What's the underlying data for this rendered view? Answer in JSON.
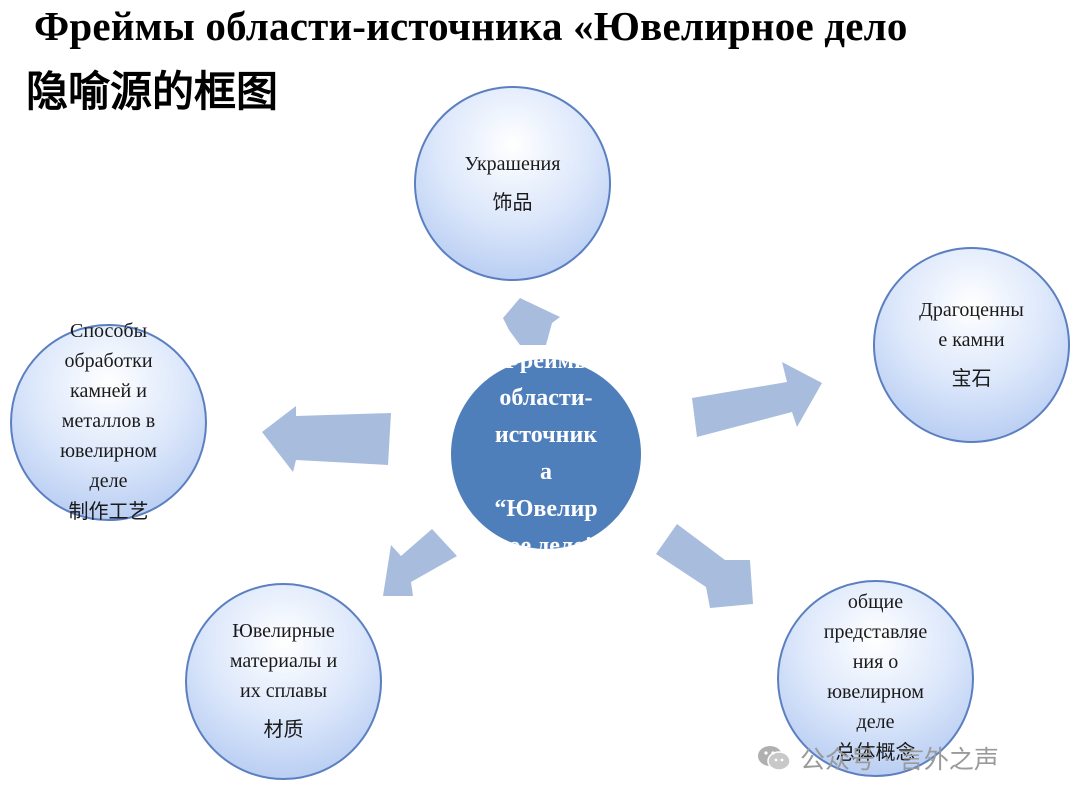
{
  "title": {
    "line1": "Фреймы области-источника «Ювелирное дело",
    "line2": "隐喻源的框图"
  },
  "center": {
    "line1": "Фреймы",
    "line2": "области-",
    "line3": "источник",
    "line4": "а",
    "line5": "“Ювелир",
    "line6": "ное дело”"
  },
  "nodes": {
    "decorations": {
      "ru1": "Украшения",
      "cn": "饰品"
    },
    "gems": {
      "ru1": "Драгоценны",
      "ru2": "е камни",
      "cn": "宝石"
    },
    "methods": {
      "ru1": "Способы",
      "ru2": "обработки",
      "ru3": "камней и",
      "ru4": "металлов в",
      "ru5": "ювелирном",
      "ru6": "деле",
      "cn": "制作工艺"
    },
    "materials": {
      "ru1": "Ювелирные",
      "ru2": "материалы и",
      "ru3": "их сплавы",
      "cn": "材质"
    },
    "general": {
      "ru1": "общие",
      "ru2": "представляе",
      "ru3": "ния о",
      "ru4": "ювелирном",
      "ru5": "деле",
      "cn": "总体概念"
    }
  },
  "watermark": {
    "text": "公众号 · 言外之声",
    "icon": "wechat-icon"
  },
  "colors": {
    "center": "#4f7fbb",
    "arrow": "#a8bcdd",
    "node_border": "#5b7fc0"
  }
}
